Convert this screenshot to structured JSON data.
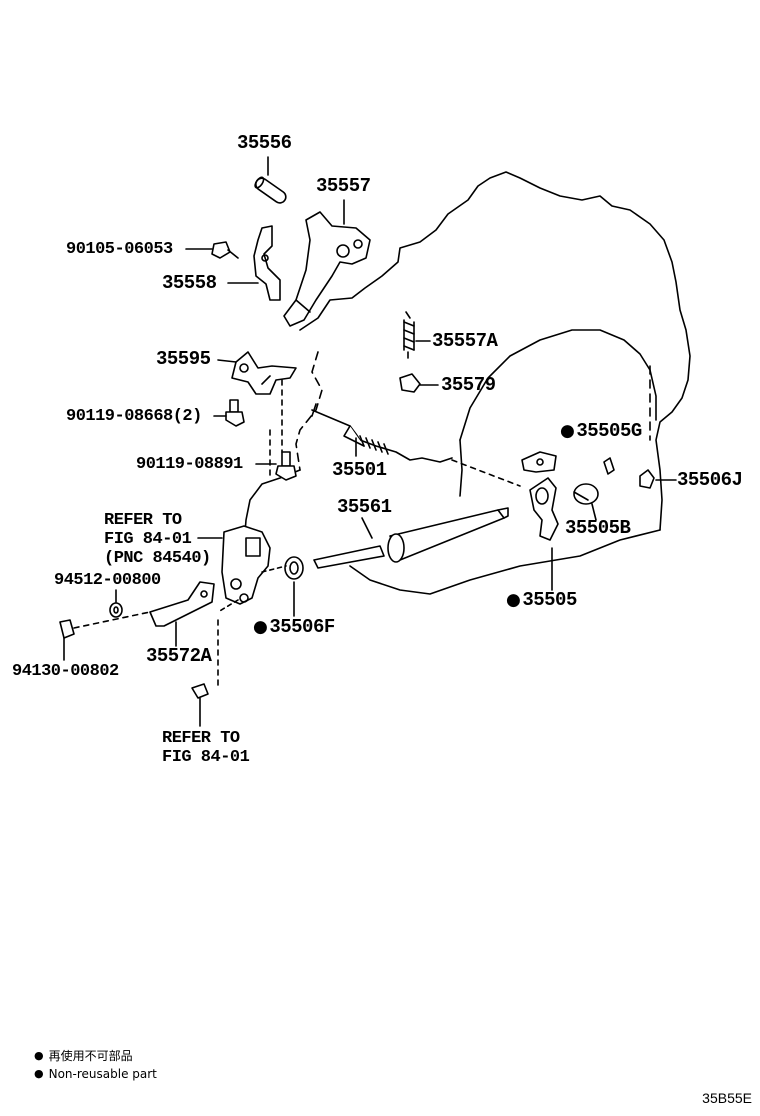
{
  "parts": {
    "p35556": "35556",
    "p35557": "35557",
    "p90105_06053": "90105-06053",
    "p35558": "35558",
    "p35595": "35595",
    "p90119_08668": "90119-08668(2)",
    "p90119_08891": "90119-08891",
    "p35557A": "35557A",
    "p35579": "35579",
    "p35505G": "35505G",
    "p35506J": "35506J",
    "p35501": "35501",
    "p35561": "35561",
    "p35505B": "35505B",
    "p35505": "35505",
    "p35506F": "35506F",
    "p94512_00800": "94512-00800",
    "p94130_00802": "94130-00802",
    "p35572A": "35572A"
  },
  "refer1": {
    "line1": "REFER TO",
    "line2": "FIG 84-01",
    "line3": "(PNC 84540)"
  },
  "refer2": {
    "line1": "REFER TO",
    "line2": "FIG 84-01"
  },
  "legend": {
    "jp": "再使用不可部品",
    "en": "Non-reusable part"
  },
  "figure_code": "35B55E"
}
